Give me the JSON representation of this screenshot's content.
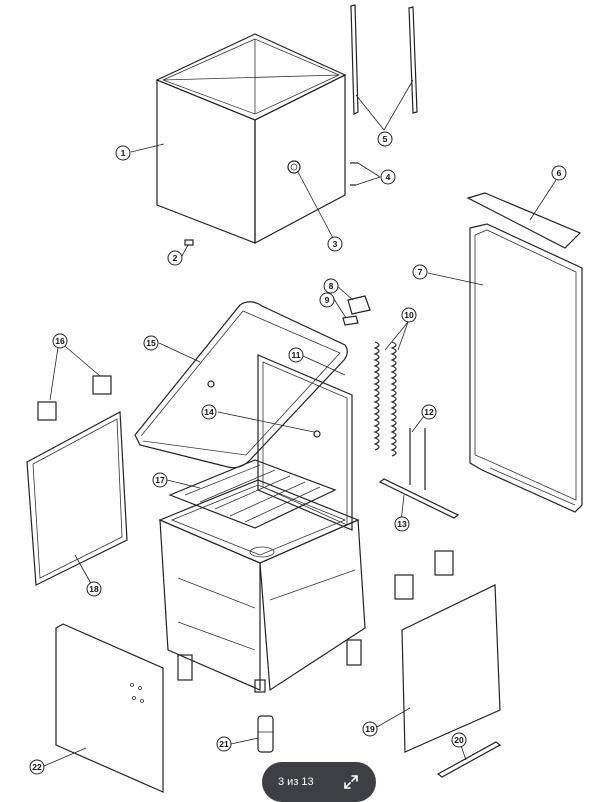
{
  "callouts": {
    "c1": "1",
    "c2": "2",
    "c3": "3",
    "c4": "4",
    "c5": "5",
    "c6": "6",
    "c7": "7",
    "c8": "8",
    "c9": "9",
    "c10": "10",
    "c11": "11",
    "c12": "12",
    "c13": "13",
    "c14": "14",
    "c15": "15",
    "c16": "16",
    "c17": "17",
    "c18": "18",
    "c19": "19",
    "c20": "20",
    "c21": "21",
    "c22": "22"
  },
  "pager": {
    "label": "3 из 13",
    "expand_icon": "expand-diagonal-icon"
  },
  "colors": {
    "line": "#222222",
    "pager_bg": "#3d3f45",
    "pager_text": "#ffffff"
  }
}
